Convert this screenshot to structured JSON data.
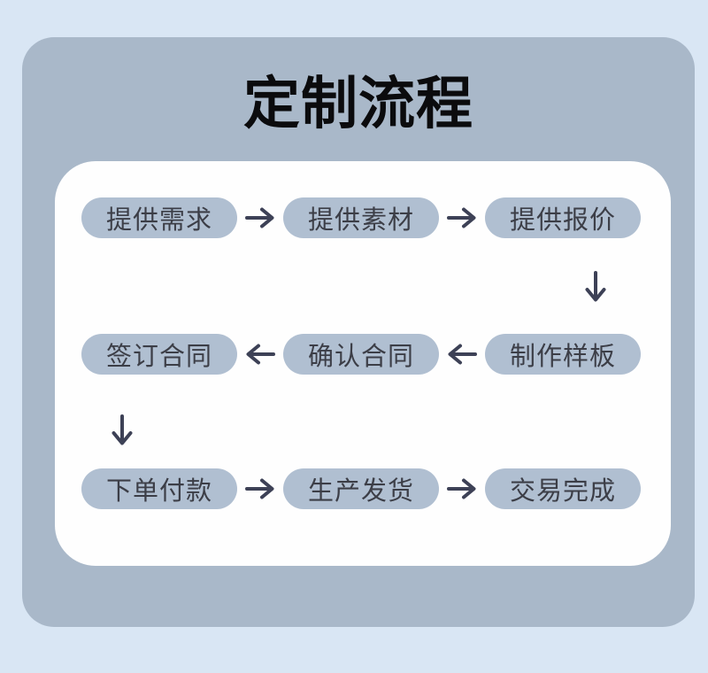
{
  "page": {
    "title": "定制流程"
  },
  "colors": {
    "background": "#d9e6f4",
    "card": "#a9b8c9",
    "panel": "#fefefe",
    "pill": "#b0bfd1",
    "pill_text": "#3c3e47",
    "arrow": "#3d4156",
    "title_text": "#0b0b0d"
  },
  "flow": {
    "rows": [
      {
        "direction": "right",
        "steps": [
          {
            "label": "提供需求"
          },
          {
            "label": "提供素材"
          },
          {
            "label": "提供报价"
          }
        ]
      },
      {
        "direction": "left",
        "steps": [
          {
            "label": "签订合同"
          },
          {
            "label": "确认合同"
          },
          {
            "label": "制作样板"
          }
        ]
      },
      {
        "direction": "right",
        "steps": [
          {
            "label": "下单付款"
          },
          {
            "label": "生产发货"
          },
          {
            "label": "交易完成"
          }
        ]
      }
    ],
    "connectors": [
      {
        "from": "提供需求",
        "to": "提供素材",
        "direction": "right"
      },
      {
        "from": "提供素材",
        "to": "提供报价",
        "direction": "right"
      },
      {
        "from": "提供报价",
        "to": "制作样板",
        "direction": "down"
      },
      {
        "from": "制作样板",
        "to": "确认合同",
        "direction": "left"
      },
      {
        "from": "确认合同",
        "to": "签订合同",
        "direction": "left"
      },
      {
        "from": "签订合同",
        "to": "下单付款",
        "direction": "down"
      },
      {
        "from": "下单付款",
        "to": "生产发货",
        "direction": "right"
      },
      {
        "from": "生产发货",
        "to": "交易完成",
        "direction": "right"
      }
    ]
  }
}
